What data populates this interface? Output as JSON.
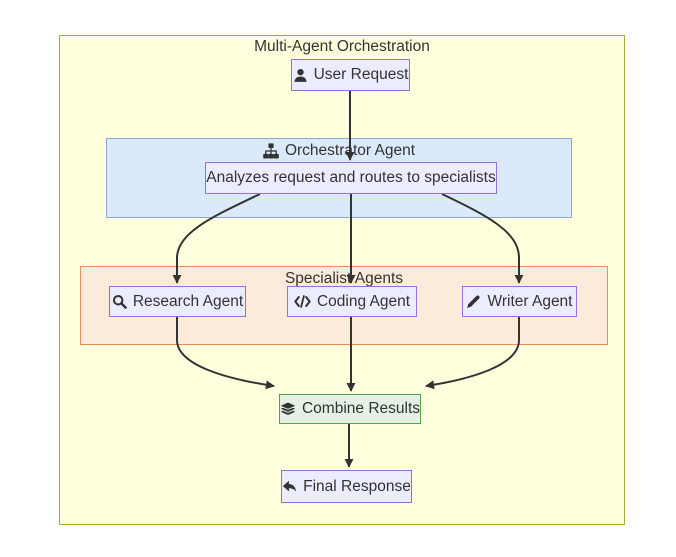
{
  "diagram": {
    "title": "Multi-Agent Orchestration",
    "subgraphs": {
      "orchestrator": {
        "label": "Orchestrator Agent",
        "icon": "sitemap-icon"
      },
      "specialists": {
        "label": "Specialist Agents"
      }
    },
    "nodes": {
      "user_request": {
        "label": "User Request",
        "icon": "user-icon"
      },
      "analyzes": {
        "label": "Analyzes request and routes to specialists"
      },
      "research": {
        "label": "Research Agent",
        "icon": "search-icon"
      },
      "coding": {
        "label": "Coding Agent",
        "icon": "code-icon"
      },
      "writer": {
        "label": "Writer Agent",
        "icon": "pen-icon"
      },
      "combine": {
        "label": "Combine Results",
        "icon": "layers-icon"
      },
      "final": {
        "label": "Final Response",
        "icon": "reply-icon"
      }
    },
    "edges": [
      {
        "from": "user_request",
        "to": "analyzes"
      },
      {
        "from": "analyzes",
        "to": "research"
      },
      {
        "from": "analyzes",
        "to": "coding"
      },
      {
        "from": "analyzes",
        "to": "writer"
      },
      {
        "from": "research",
        "to": "combine"
      },
      {
        "from": "coding",
        "to": "combine"
      },
      {
        "from": "writer",
        "to": "combine"
      },
      {
        "from": "combine",
        "to": "final"
      }
    ],
    "colors": {
      "canvas_background": "#ffffff",
      "outer_cluster_fill": "#ffffde",
      "outer_cluster_border": "#abab33",
      "orchestrator_fill": "#dbeafa",
      "orchestrator_border": "#8ca9d2",
      "specialists_fill": "#fceada",
      "specialists_border": "#ea8c5e",
      "node_fill": "#ececff",
      "node_border": "#9370db",
      "combine_fill": "#e4f1e4",
      "combine_border": "#55a057",
      "edge_color": "#333333",
      "text_color": "#333333"
    }
  }
}
